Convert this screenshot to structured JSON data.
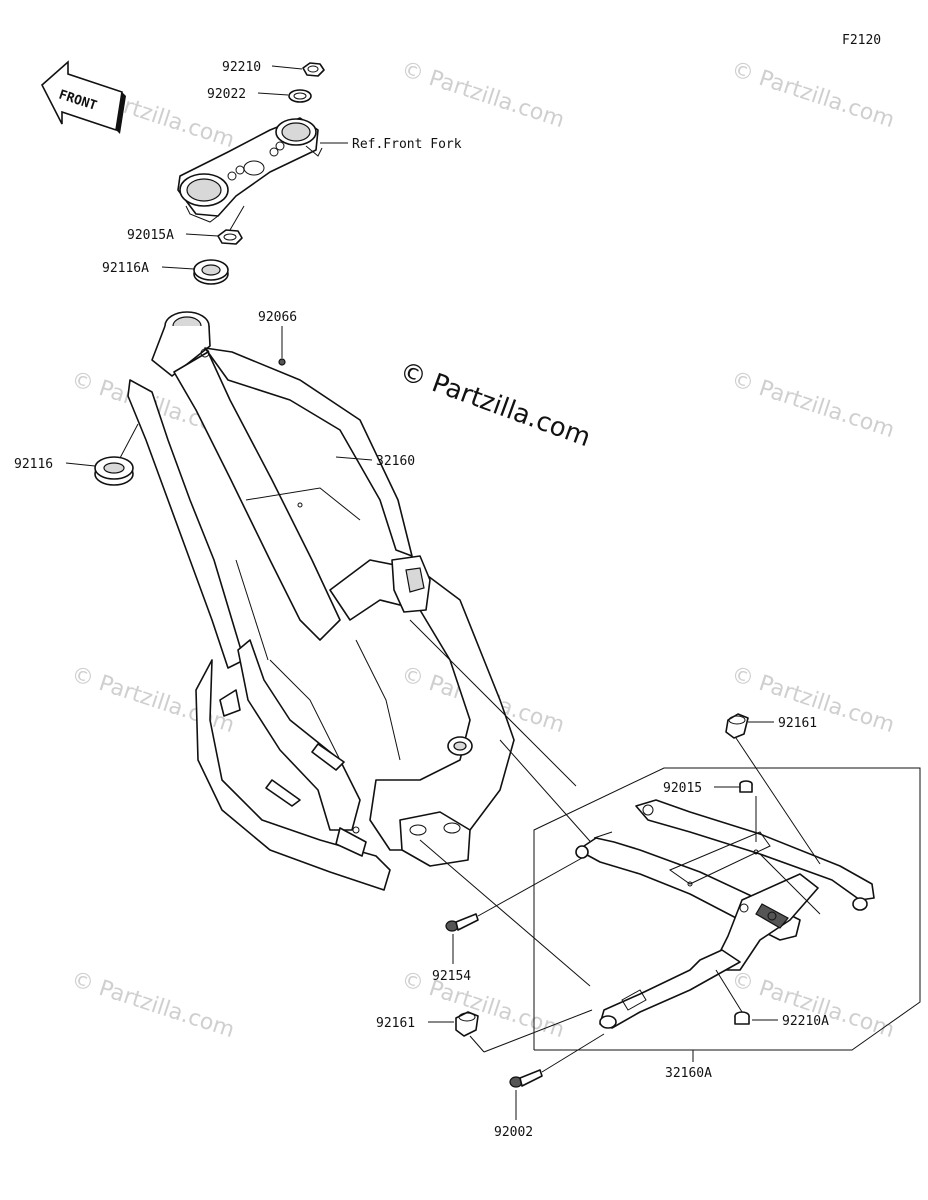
{
  "figure_code": "F2120",
  "direction_badge": "FRONT",
  "copyright": "© Partzilla.com",
  "watermark": "© Partzilla.com",
  "callouts": {
    "nut_top": "92210",
    "washer_top": "92022",
    "ref_front_fork": "Ref.Front Fork",
    "nut_stem": "92015A",
    "bearing_upper": "92116A",
    "plug_frame": "92066",
    "bearing_lower": "92116",
    "frame": "32160",
    "collar_right": "92161",
    "bolt_bracket": "92015",
    "bolt_left": "92154",
    "nut_right": "92210A",
    "collar_left": "92161",
    "bolt_bottom": "92002",
    "subframe": "32160A"
  }
}
